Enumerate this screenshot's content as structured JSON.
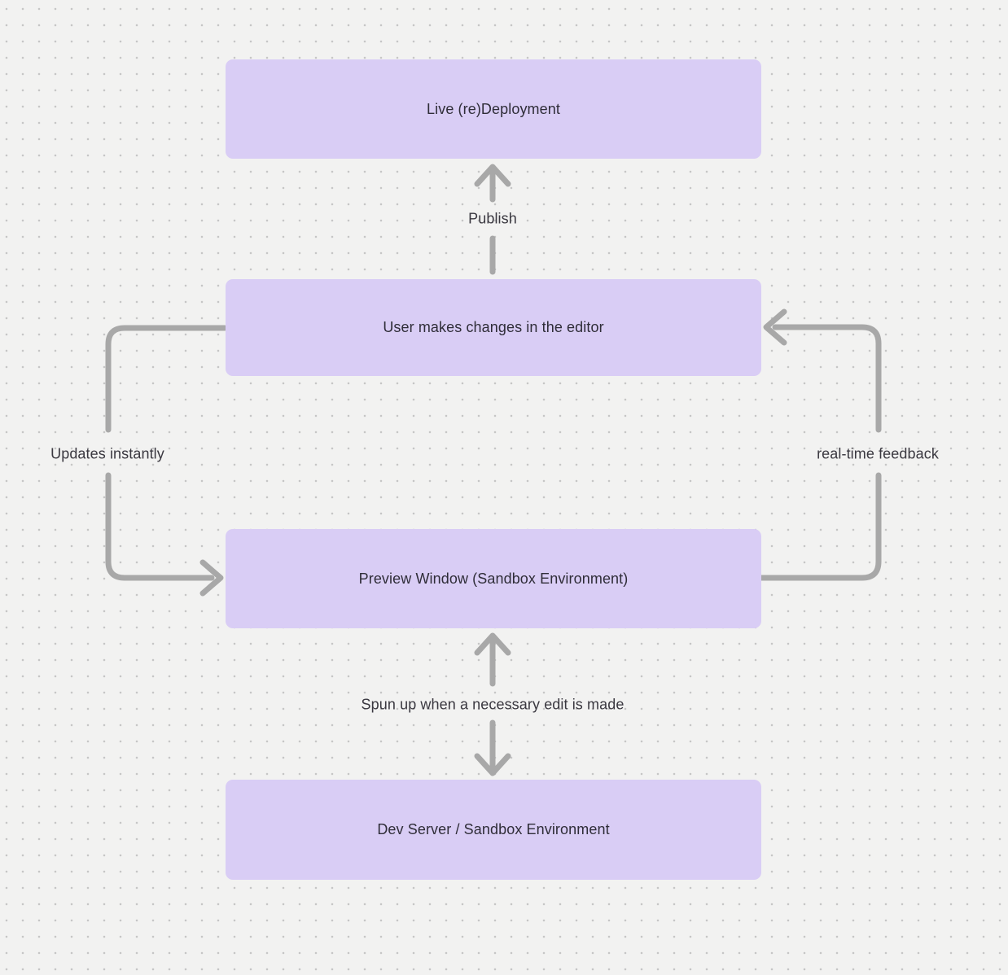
{
  "diagram": {
    "nodes": [
      {
        "id": "live-deployment",
        "label": "Live (re)Deployment"
      },
      {
        "id": "user-changes",
        "label": "User makes changes in the editor"
      },
      {
        "id": "preview-window",
        "label": "Preview Window (Sandbox Environment)"
      },
      {
        "id": "dev-server",
        "label": "Dev Server / Sandbox Environment"
      }
    ],
    "edges": [
      {
        "id": "publish",
        "label": "Publish",
        "from": "user-changes",
        "to": "live-deployment",
        "bidirectional": false
      },
      {
        "id": "updates-instantly",
        "label": "Updates instantly",
        "from": "user-changes",
        "to": "preview-window",
        "bidirectional": false
      },
      {
        "id": "real-time-feedback",
        "label": "real-time feedback",
        "from": "preview-window",
        "to": "user-changes",
        "bidirectional": false
      },
      {
        "id": "spun-up",
        "label": "Spun up when a necessary edit is made",
        "from": "preview-window",
        "to": "dev-server",
        "bidirectional": true
      }
    ],
    "colors": {
      "node_fill": "#d9cdf5",
      "node_text": "#2f2d38",
      "connector": "#a8a8a8",
      "edge_label_text": "#3a3840",
      "background": "#f2f2f1",
      "grid_dot": "#c6c6c6"
    }
  }
}
